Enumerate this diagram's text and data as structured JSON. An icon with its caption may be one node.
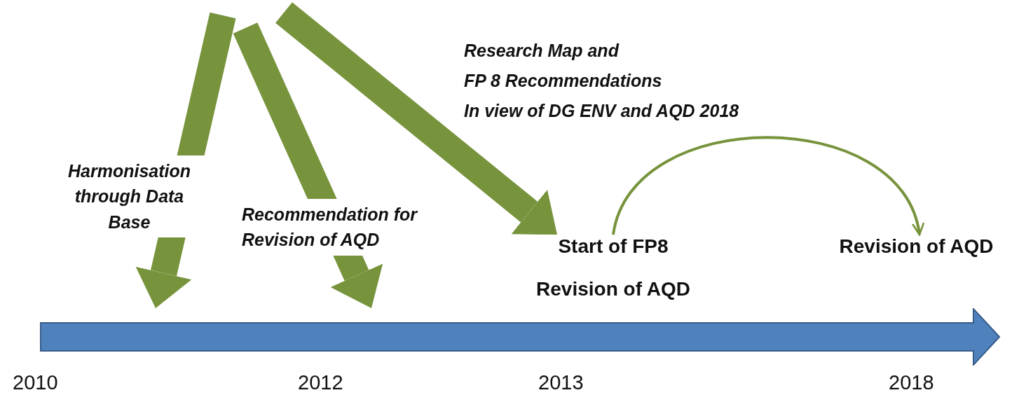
{
  "diagram": {
    "nodes": [
      {
        "text": [
          "Start of FP8",
          "Revision of AQD"
        ]
      },
      {
        "text": [
          "Revision of AQD"
        ]
      },
      {
        "text": [],
        "shape": "bar"
      }
    ],
    "edges": [
      {
        "from": null,
        "to": 2,
        "arrow": "to",
        "label": "Harmonisation through Data Base"
      },
      {
        "from": null,
        "to": 2,
        "arrow": "to",
        "label": "Recommendation for Revision of AQD"
      },
      {
        "from": null,
        "to": 0,
        "arrow": "to"
      },
      {
        "from": 0,
        "to": 1,
        "arrow": "to"
      }
    ],
    "labels": [
      "Research Map and",
      "FP 8 Recommendations",
      "In view of DG ENV and AQD 2018",
      "2010",
      "2012",
      "2013",
      "2018"
    ]
  }
}
